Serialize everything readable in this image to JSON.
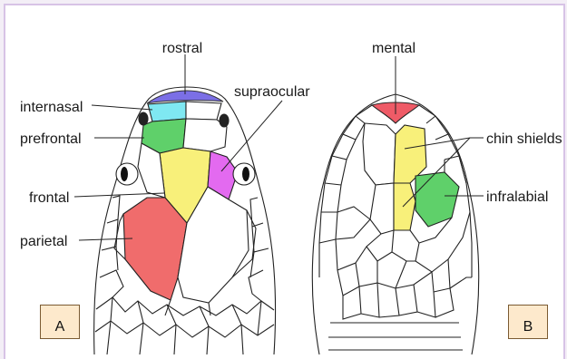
{
  "labels": {
    "rostral": "rostral",
    "internasal": "internasal",
    "prefrontal": "prefrontal",
    "frontal": "frontal",
    "parietal": "parietal",
    "supraocular": "supraocular",
    "mental": "mental",
    "chin_shields": "chin shields",
    "infralabial": "infralabial"
  },
  "panels": {
    "a": "A",
    "b": "B"
  },
  "colors": {
    "rostral": "#7b6fe6",
    "internasal": "#7fe8f2",
    "prefrontal": "#5fd06a",
    "frontal": "#f8f07a",
    "parietal": "#f06c6c",
    "supraocular": "#e36af0",
    "mental": "#ef5b67",
    "chin_shields": "#f8f07a",
    "infralabial": "#5fd06a"
  }
}
